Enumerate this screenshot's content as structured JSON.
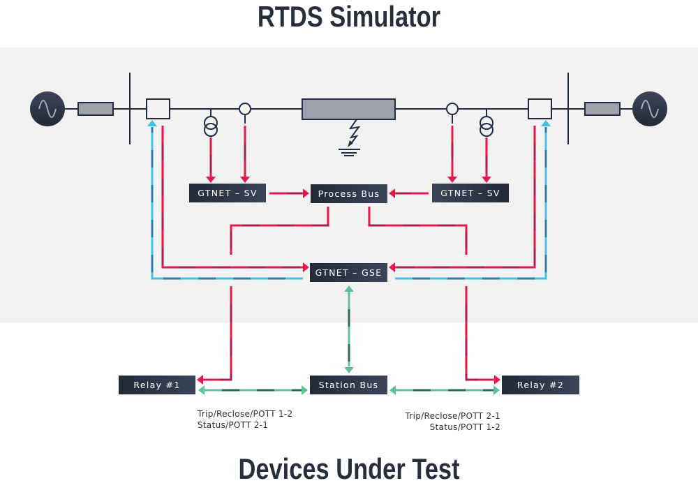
{
  "titles": {
    "top": "RTDS Simulator",
    "bottom": "Devices Under Test"
  },
  "boxes": {
    "gtnet_sv_left": "GTNET – SV",
    "process_bus": "Process Bus",
    "gtnet_sv_right": "GTNET – SV",
    "gtnet_gse": "GTNET – GSE",
    "station_bus": "Station Bus",
    "relay_1": "Relay #1",
    "relay_2": "Relay #2"
  },
  "captions": {
    "left": [
      "Trip/Reclose/POTT 1-2",
      "Status/POTT 2-1"
    ],
    "right": [
      "Trip/Reclose/POTT 2-1",
      "Status/POTT 1-2"
    ]
  },
  "colors": {
    "background_panel": "#f2f2f2",
    "dark_navy": "#222a37",
    "line_navy": "#1d2b44",
    "sampled_values_red": "#e8194a",
    "sampled_values_red_dark": "#b01e48",
    "goose_blue": "#3ec3ea",
    "goose_blue_dark": "#2a7fad",
    "station_green": "#5cc29a",
    "station_green_dark": "#2e6b54",
    "line_impedance_gray": "#9ca1ab"
  },
  "icons": {
    "generator_left": "ac-source-icon",
    "generator_right": "ac-source-icon",
    "fault": "fault-lightning-icon",
    "ground": "ground-icon"
  }
}
